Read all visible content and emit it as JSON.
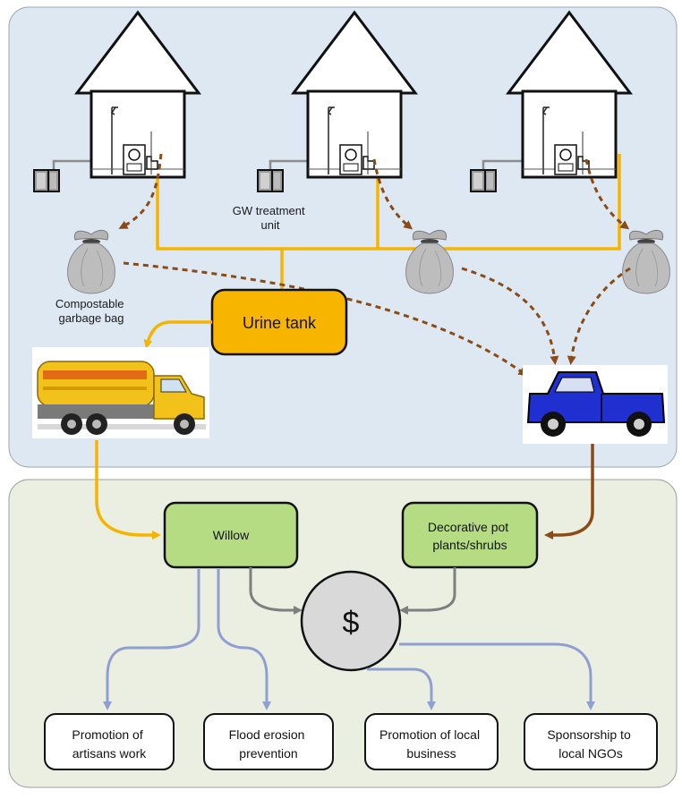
{
  "labels": {
    "gw_treatment": [
      "GW treatment",
      "unit"
    ],
    "garbage_bag": [
      "Compostable",
      "garbage bag"
    ]
  },
  "nodes": {
    "urine_tank": "Urine tank",
    "willow": "Willow",
    "decorative": [
      "Decorative pot",
      "plants/shrubs"
    ],
    "dollar": "$"
  },
  "outcomes": [
    [
      "Promotion of",
      "artisans work"
    ],
    [
      "Flood erosion",
      "prevention"
    ],
    [
      "Promotion of local",
      "business"
    ],
    [
      "Sponsorship to",
      "local NGOs"
    ]
  ],
  "colors": {
    "top_panel": "#dde8f2",
    "bottom_panel": "#eaefe2",
    "urine_line": "#f5b400",
    "urine_box": "#f7b500",
    "compost_line": "#8b4a16",
    "green_box": "#b6dc83",
    "gray_line": "#7f7f7f",
    "blue_line": "#8f9fcf",
    "truck_blue": "#1f2fd0"
  }
}
